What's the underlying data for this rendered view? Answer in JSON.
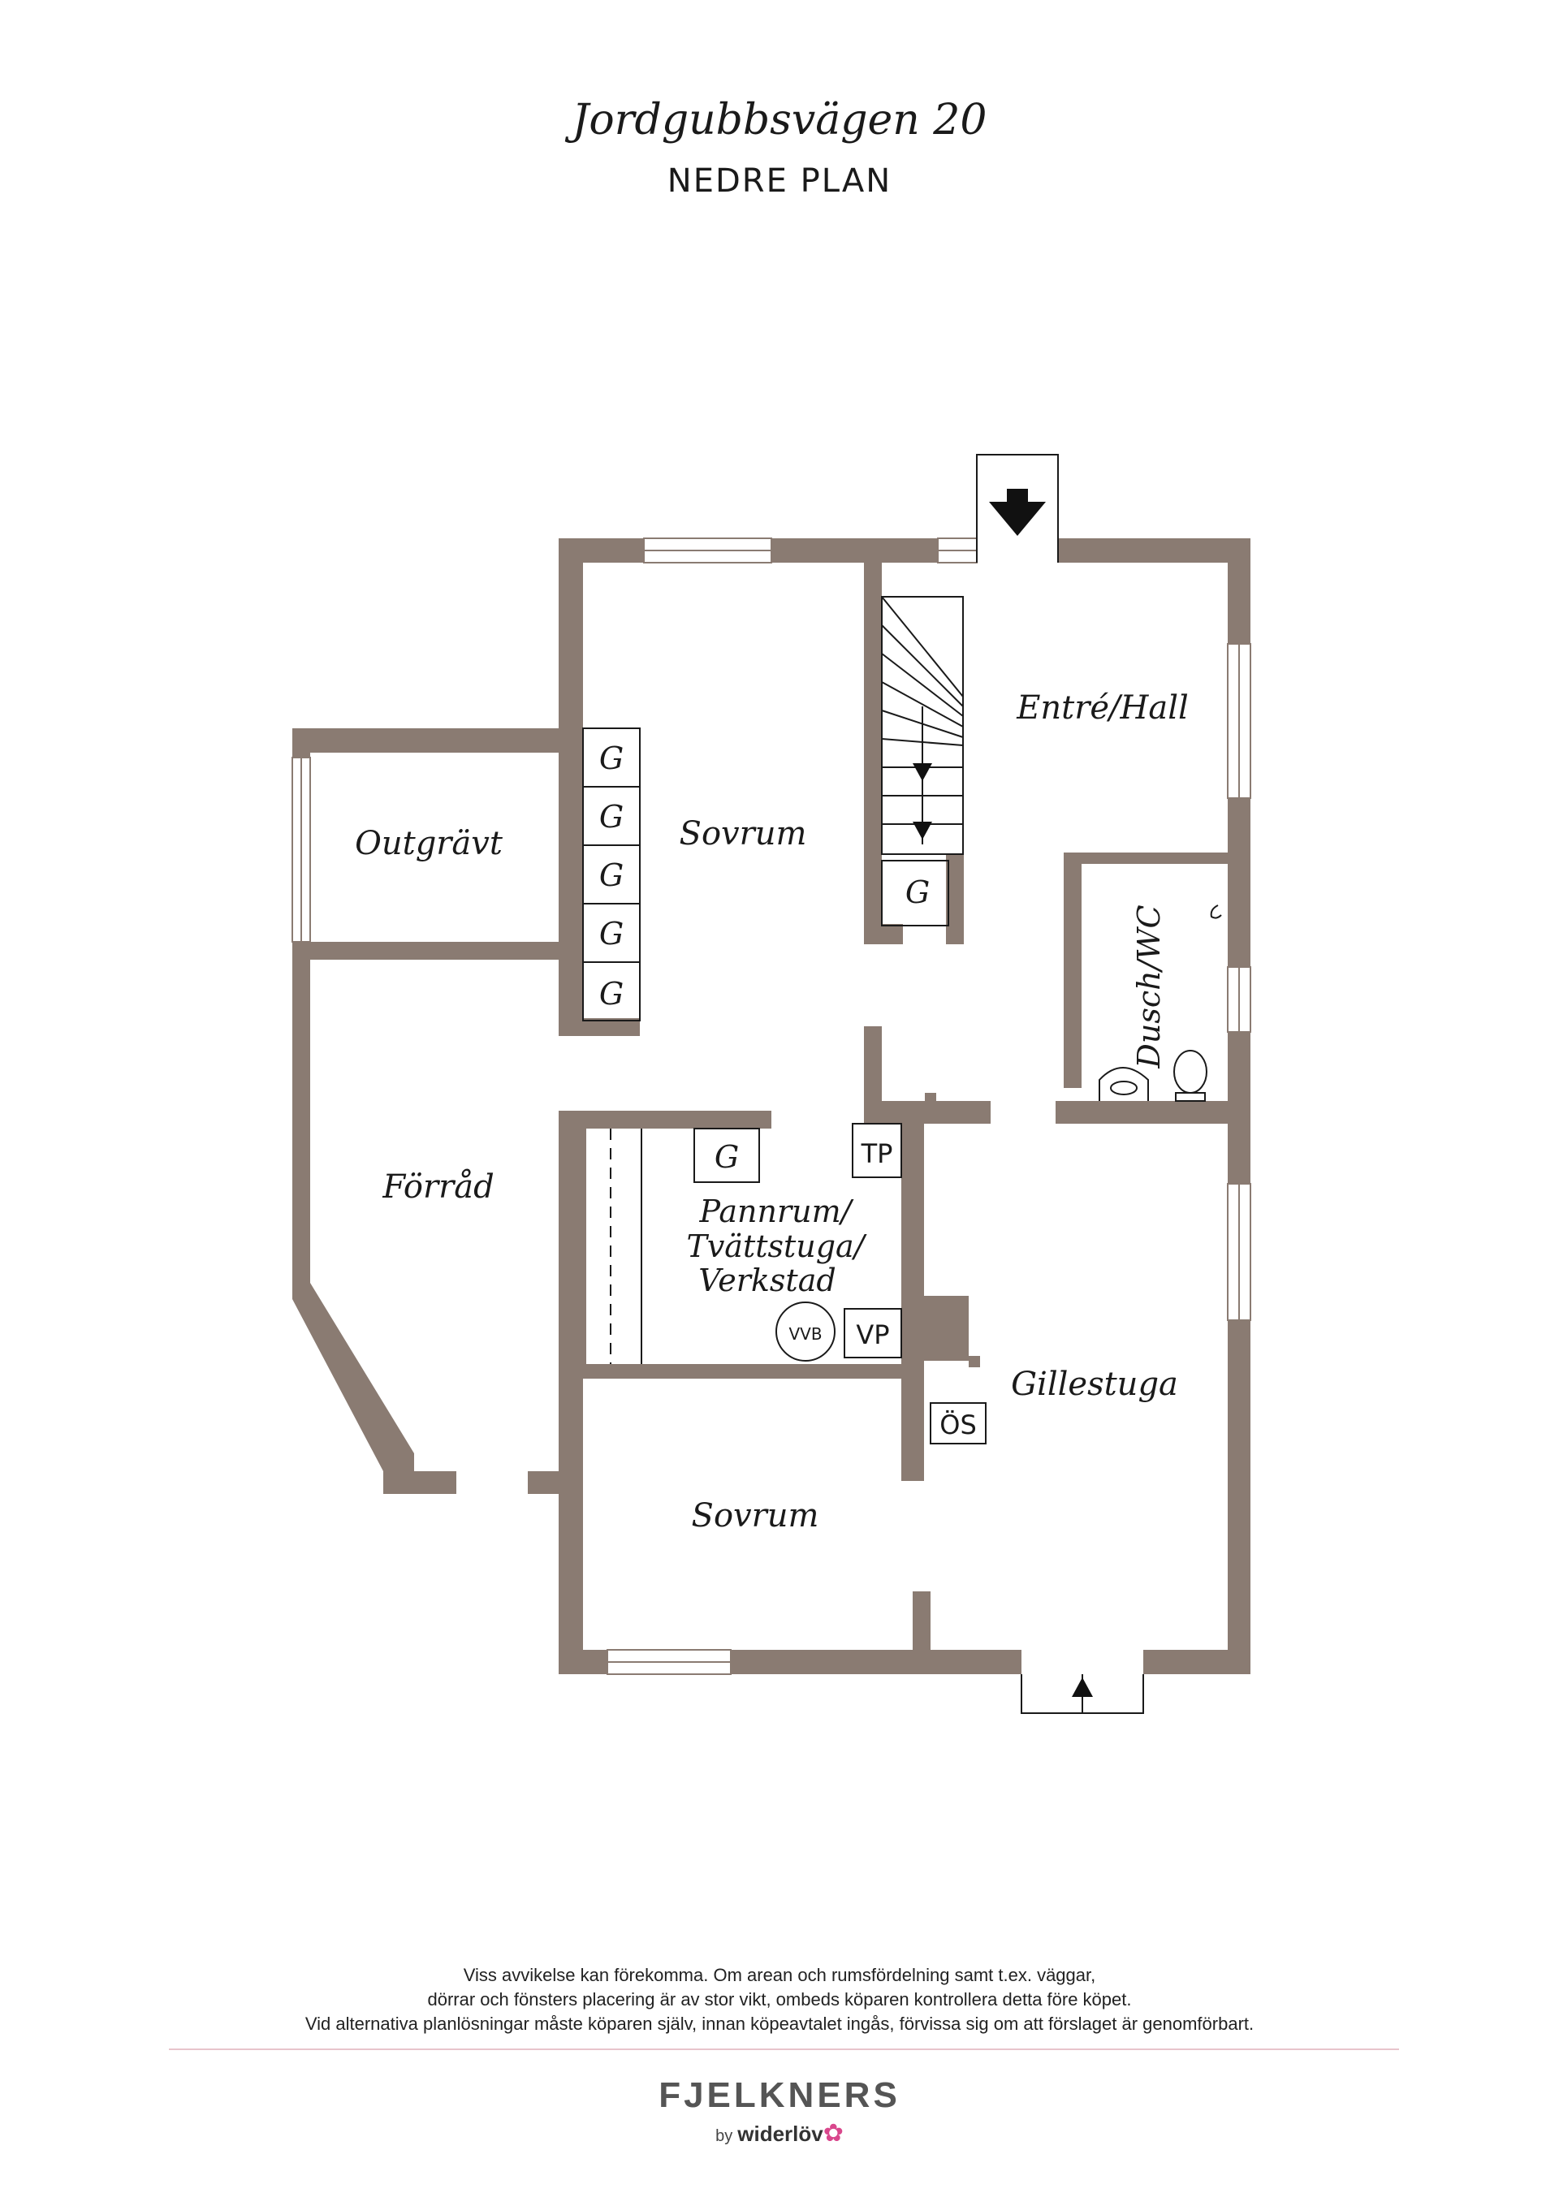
{
  "header": {
    "address": "Jordgubbsvägen 20",
    "level": "NEDRE PLAN"
  },
  "rooms": {
    "sovrum_upper": "Sovrum",
    "outgravt": "Outgrävt",
    "entre_hall": "Entré/Hall",
    "dusch_wc": "Dusch/WC",
    "forrad": "Förråd",
    "pannrum_1": "Pannrum/",
    "pannrum_2": "Tvättstuga/",
    "pannrum_3": "Verkstad",
    "gillestuga": "Gillestuga",
    "sovrum_lower": "Sovrum"
  },
  "fixtures": {
    "wardrobe": "G",
    "tp": "TP",
    "vvb": "VVB",
    "vp": "VP",
    "os": "ÖS"
  },
  "colors": {
    "wall": "#8a7b72",
    "line": "#1a1a1a",
    "rule": "#e8c4cc",
    "brand": "#555555",
    "brand_accent": "#d9478c"
  },
  "disclaimer": [
    "Viss avvikelse kan förekomma. Om arean och rumsfördelning samt t.ex. väggar,",
    "dörrar och fönsters placering är av stor vikt, ombeds köparen kontrollera detta före köpet.",
    "Vid alternativa planlösningar måste köparen själv, innan köpeavtalet ingås, förvissa sig om att förslaget är genomförbart."
  ],
  "brand": {
    "name": "FJELKNERS",
    "by": "by",
    "partner": "widerlöv"
  }
}
